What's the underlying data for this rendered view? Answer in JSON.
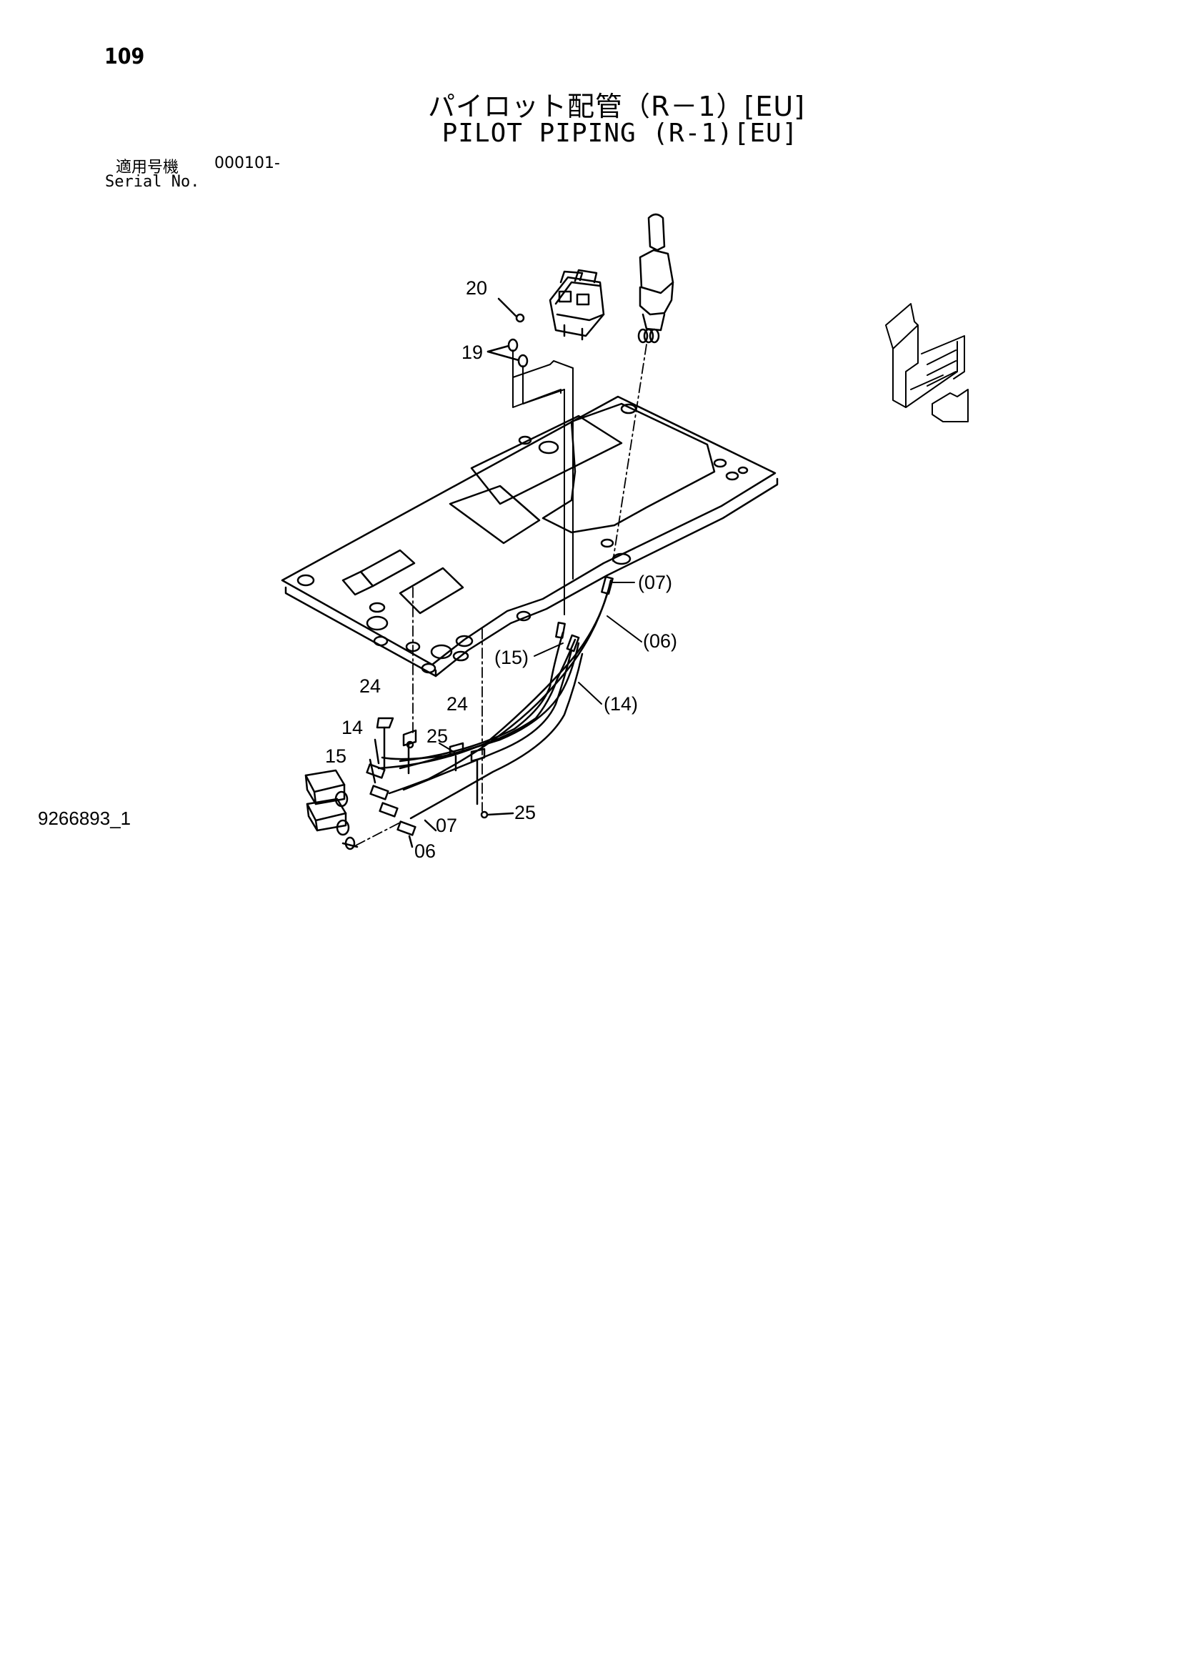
{
  "page": {
    "number": "109",
    "title_jp": "パイロット配管（R－1）[EU]",
    "title_en": "PILOT PIPING (R-1)[EU]",
    "serial_label_jp": "適用号機",
    "serial_value": "000101-",
    "serial_label_en": "Serial No.",
    "drawing_number": "9266893_1"
  },
  "callouts": {
    "c20": "20",
    "c19": "19",
    "c07_paren": "(07)",
    "c06_paren": "(06)",
    "c15_paren": "(15)",
    "c14_paren": "(14)",
    "c24_a": "24",
    "c24_b": "24",
    "c14": "14",
    "c25_a": "25",
    "c15": "15",
    "c07": "07",
    "c25_b": "25",
    "c06": "06"
  },
  "icons": {
    "orientation": "direction-indicator-icon",
    "lever": "pilot-lever-icon",
    "valve": "pilot-valve-icon"
  }
}
